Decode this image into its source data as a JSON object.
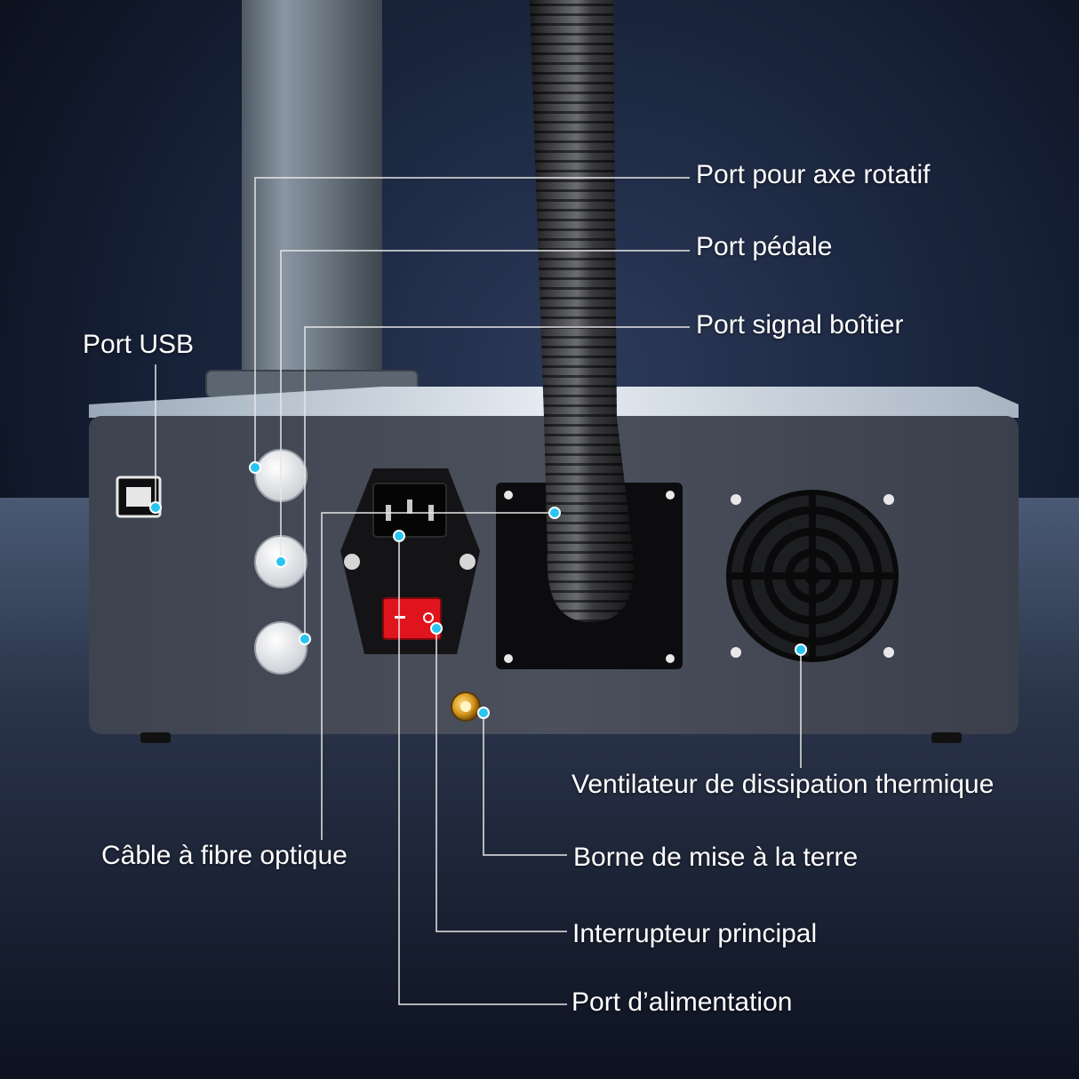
{
  "accent_color": "#29c4f0",
  "labels": {
    "rotary_axis_port": "Port pour axe rotatif",
    "pedal_port": "Port pédale",
    "enclosure_signal_port": "Port signal boîtier",
    "usb_port": "Port USB",
    "cooling_fan": "Ventilateur de dissipation thermique",
    "fiber_optic_cable": "Câble à fibre optique",
    "grounding_terminal": "Borne de mise à la terre",
    "main_switch": "Interrupteur principal",
    "power_port": "Port d’alimentation"
  }
}
